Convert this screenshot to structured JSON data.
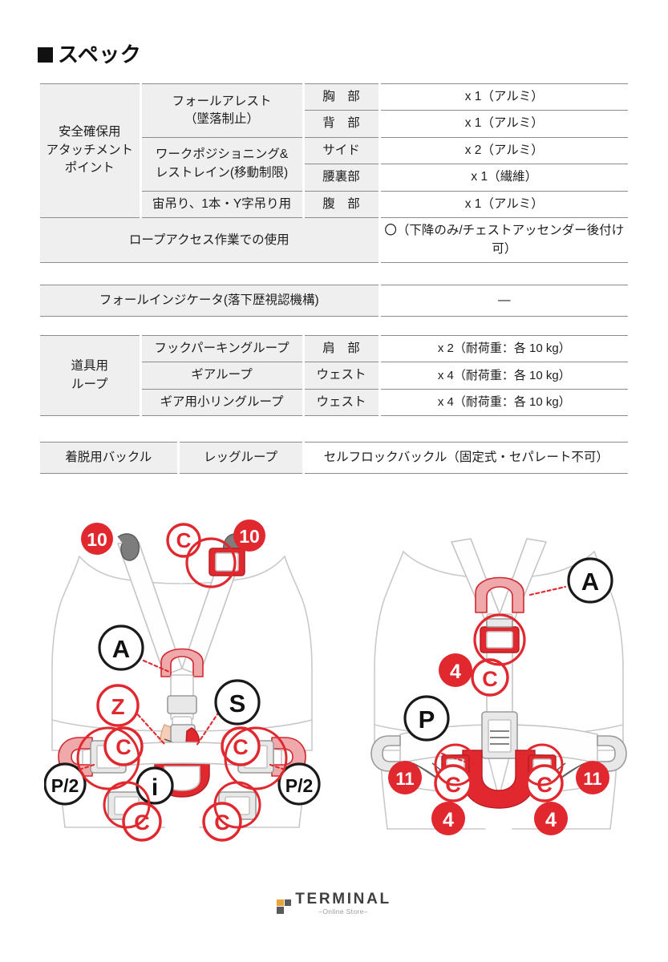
{
  "heading": {
    "marker": "■",
    "title": "スペック"
  },
  "spec_table": {
    "group_label": "安全確保用\nアタッチメント\nポイント",
    "group_label_l1": "安全確保用",
    "group_label_l2": "アタッチメント",
    "group_label_l3": "ポイント",
    "rows": [
      {
        "type_l1": "フォールアレスト",
        "type_l2": "（墜落制止）",
        "location": "胸　部",
        "value": "x 1（アルミ）"
      },
      {
        "location": "背　部",
        "value": "x 1（アルミ）"
      },
      {
        "type_l1": "ワークポジショニング&",
        "type_l2": "レストレイン(移動制限)",
        "location": "サイド",
        "value": "x 2（アルミ）"
      },
      {
        "location": "腰裏部",
        "value": "x 1（繊維）"
      },
      {
        "type_l1": "宙吊り、1本・Y字吊り用",
        "location": "腹　部",
        "value": "x 1（アルミ）"
      }
    ],
    "rope_access_label": "ロープアクセス作業での使用",
    "rope_access_value": "〇（下降のみ/チェストアッセンダー後付け可）"
  },
  "indicator_table": {
    "label": "フォールインジケータ(落下歴視認機構)",
    "value": "―"
  },
  "loop_table": {
    "group_label_l1": "道具用",
    "group_label_l2": "ループ",
    "rows": [
      {
        "type": "フックパーキングループ",
        "location": "肩　部",
        "value": "x 2（耐荷重：各 10 kg）"
      },
      {
        "type": "ギアループ",
        "location": "ウェスト",
        "value": "x 4（耐荷重：各 10 kg）"
      },
      {
        "type": "ギア用小リングループ",
        "location": "ウェスト",
        "value": "x 4（耐荷重：各 10 kg）"
      }
    ]
  },
  "buckle_table": {
    "label": "着脱用バックル",
    "part": "レッグループ",
    "value": "セルフロックバックル（固定式・セパレート不可）"
  },
  "diagram": {
    "front_view": {
      "callouts": [
        {
          "id": "front-10-left",
          "text": "10",
          "style": "red-filled"
        },
        {
          "id": "front-c-chest",
          "text": "C",
          "style": "red-outline"
        },
        {
          "id": "front-10-right",
          "text": "10",
          "style": "red-filled"
        },
        {
          "id": "front-a",
          "text": "A",
          "style": "black-outline"
        },
        {
          "id": "front-z",
          "text": "Z",
          "style": "red-outline"
        },
        {
          "id": "front-s",
          "text": "S",
          "style": "black-outline"
        },
        {
          "id": "front-c-waist-left",
          "text": "C",
          "style": "red-outline"
        },
        {
          "id": "front-c-waist-right",
          "text": "C",
          "style": "red-outline"
        },
        {
          "id": "front-p2-left",
          "text": "P/2",
          "style": "black-outline"
        },
        {
          "id": "front-info",
          "text": "i",
          "style": "black-outline"
        },
        {
          "id": "front-p2-right",
          "text": "P/2",
          "style": "black-outline"
        },
        {
          "id": "front-c-leg-left",
          "text": "C",
          "style": "red-outline"
        },
        {
          "id": "front-c-leg-right",
          "text": "C",
          "style": "red-outline"
        }
      ]
    },
    "back_view": {
      "callouts": [
        {
          "id": "back-a",
          "text": "A",
          "style": "black-outline"
        },
        {
          "id": "back-4-chest",
          "text": "4",
          "style": "red-filled"
        },
        {
          "id": "back-c-chest",
          "text": "C",
          "style": "red-outline"
        },
        {
          "id": "back-p",
          "text": "P",
          "style": "black-outline"
        },
        {
          "id": "back-11-left",
          "text": "11",
          "style": "red-filled"
        },
        {
          "id": "back-c-left",
          "text": "C",
          "style": "red-outline"
        },
        {
          "id": "back-c-right",
          "text": "C",
          "style": "red-outline"
        },
        {
          "id": "back-11-right",
          "text": "11",
          "style": "red-filled"
        },
        {
          "id": "back-4-left",
          "text": "4",
          "style": "red-filled"
        },
        {
          "id": "back-4-right",
          "text": "4",
          "style": "red-filled"
        }
      ]
    }
  },
  "footer": {
    "logo_main": "TERMINAL",
    "logo_sub": "–Online Store–"
  },
  "colors": {
    "accent_red": "#e0282e",
    "header_gray": "#efefef",
    "border_gray": "#8c8c8c",
    "logo_orange": "#e8a33d",
    "logo_dark": "#5a5a5a",
    "line_gray": "#c9c9c9"
  }
}
